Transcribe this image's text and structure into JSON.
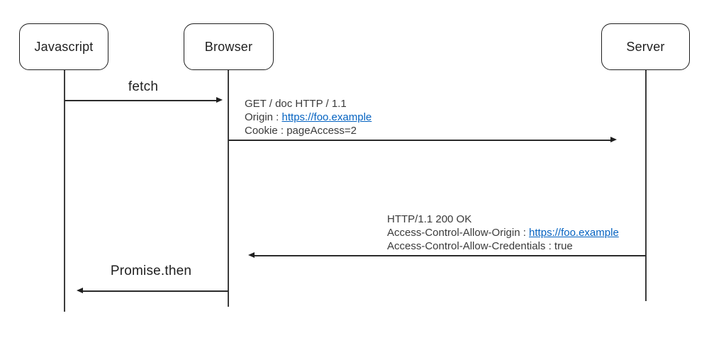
{
  "participants": {
    "javascript": {
      "label": "Javascript"
    },
    "browser": {
      "label": "Browser"
    },
    "server": {
      "label": "Server"
    }
  },
  "messages": {
    "fetch": {
      "label": "fetch",
      "from": "Javascript",
      "to": "Browser"
    },
    "request": {
      "from": "Browser",
      "to": "Server",
      "line1": "GET / doc HTTP / 1.1",
      "line2_label": "Origin : ",
      "line2_link": "https://foo.example",
      "line3": "Cookie : pageAccess=2"
    },
    "response": {
      "from": "Server",
      "to": "Browser",
      "line1": "HTTP/1.1 200 OK",
      "line2_label": "Access-Control-Allow-Origin : ",
      "line2_link": "https://foo.example",
      "line3": "Access-Control-Allow-Credentials : true"
    },
    "promise": {
      "label": "Promise.then",
      "from": "Browser",
      "to": "Javascript"
    }
  },
  "colors": {
    "background": "#FFFFFF",
    "line": "#2B2B2B",
    "box_border": "#1F1F1F",
    "text": "#3A3A3A",
    "link": "#0563C1"
  }
}
